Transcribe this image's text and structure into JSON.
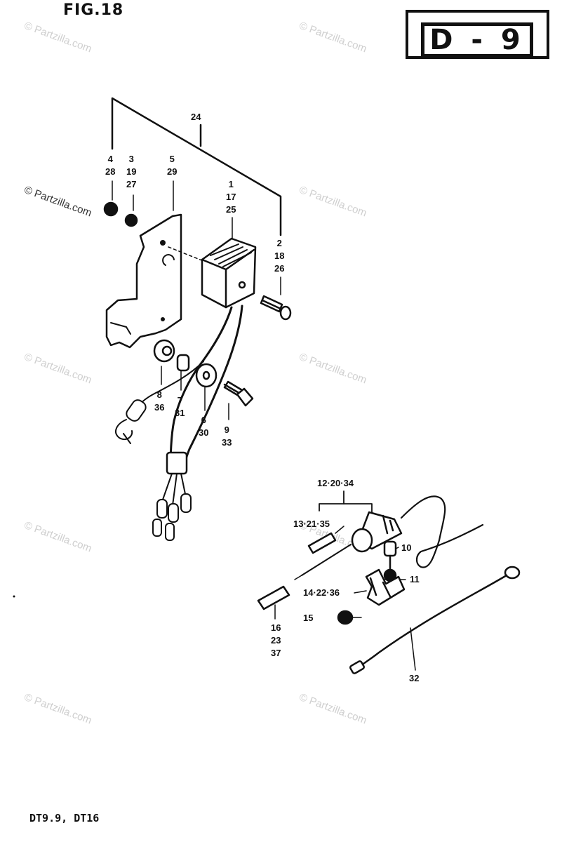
{
  "header": {
    "figure_label": "FIG.18",
    "section_code": "D - 9"
  },
  "footer": {
    "models": "DT9.9, DT16"
  },
  "watermark": "© Partzilla.com",
  "callouts": {
    "c24": [
      "24"
    ],
    "c4": [
      "4",
      "28"
    ],
    "c3": [
      "3",
      "19",
      "27"
    ],
    "c5": [
      "5",
      "29"
    ],
    "c1": [
      "1",
      "17",
      "25"
    ],
    "c2": [
      "2",
      "18",
      "26"
    ],
    "c8": [
      "8",
      "36"
    ],
    "c7": [
      "7",
      "31"
    ],
    "c6": [
      "6",
      "30"
    ],
    "c9": [
      "9",
      "33"
    ],
    "c12": [
      "12·20·34"
    ],
    "c13": [
      "13·21·35"
    ],
    "c10": [
      "10"
    ],
    "c11": [
      "11"
    ],
    "c14": [
      "14·22·36"
    ],
    "c15": [
      "15"
    ],
    "c16": [
      "16",
      "23",
      "37"
    ],
    "c32": [
      "32"
    ]
  }
}
